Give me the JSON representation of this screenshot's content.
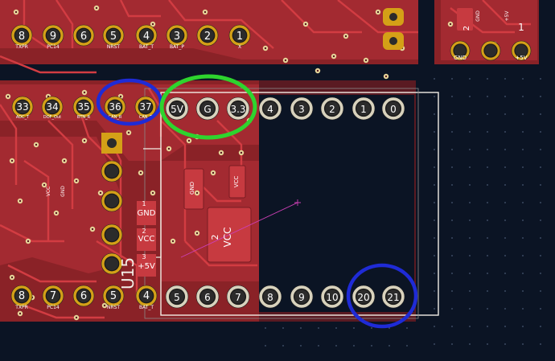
{
  "colors": {
    "background": "#0b1424",
    "board": "#8a2227",
    "copper_fill": "#b8313a",
    "trace": "#d23c42",
    "pad_gold": "#d4a017",
    "pad_silver": "#d8d2bd",
    "silkscreen": "#f2eee6",
    "annotation_blue": "#1f2bd6",
    "annotation_green": "#2ed42e",
    "ratsnest": "#cc3fb5"
  },
  "top_header": {
    "pins": [
      "8",
      "9",
      "6",
      "5",
      "4",
      "3",
      "2",
      "1"
    ],
    "nets": [
      "TXPR",
      "PC14",
      "",
      "NRST",
      "BAT_T",
      "BAT_P",
      "",
      "X"
    ]
  },
  "right_header": {
    "pins": [
      "2",
      "1"
    ],
    "labels": [
      "GND",
      "+5V"
    ],
    "small": [
      "GND",
      "+5V"
    ]
  },
  "left_row": {
    "pins": [
      "33",
      "34",
      "35",
      "36",
      "37"
    ],
    "nets": [
      "ADC_T",
      "DOF_Out",
      "BTN_R",
      "CAN_R",
      "CAN_T"
    ]
  },
  "module_top_row": [
    "5V",
    "G",
    "3.3",
    "4",
    "3",
    "2",
    "1",
    "0"
  ],
  "module_bottom_row": [
    "5",
    "6",
    "7",
    "8",
    "9",
    "10",
    "20",
    "21"
  ],
  "bottom_row": {
    "pins": [
      "8",
      "7",
      "6",
      "5",
      "4"
    ],
    "nets": [
      "TXPR",
      "PC14",
      "",
      "NRST",
      "BAT_T"
    ]
  },
  "power_pads": {
    "labels": [
      "GND",
      "VCC",
      "+5V"
    ],
    "pins": [
      "1",
      "2",
      "3"
    ],
    "small": [
      "GND",
      "VCC"
    ]
  },
  "vcc_regulator": {
    "pin": "2",
    "label": "VCC"
  },
  "component_ref": "U15",
  "small_labels": [
    "VCC",
    "GND"
  ]
}
